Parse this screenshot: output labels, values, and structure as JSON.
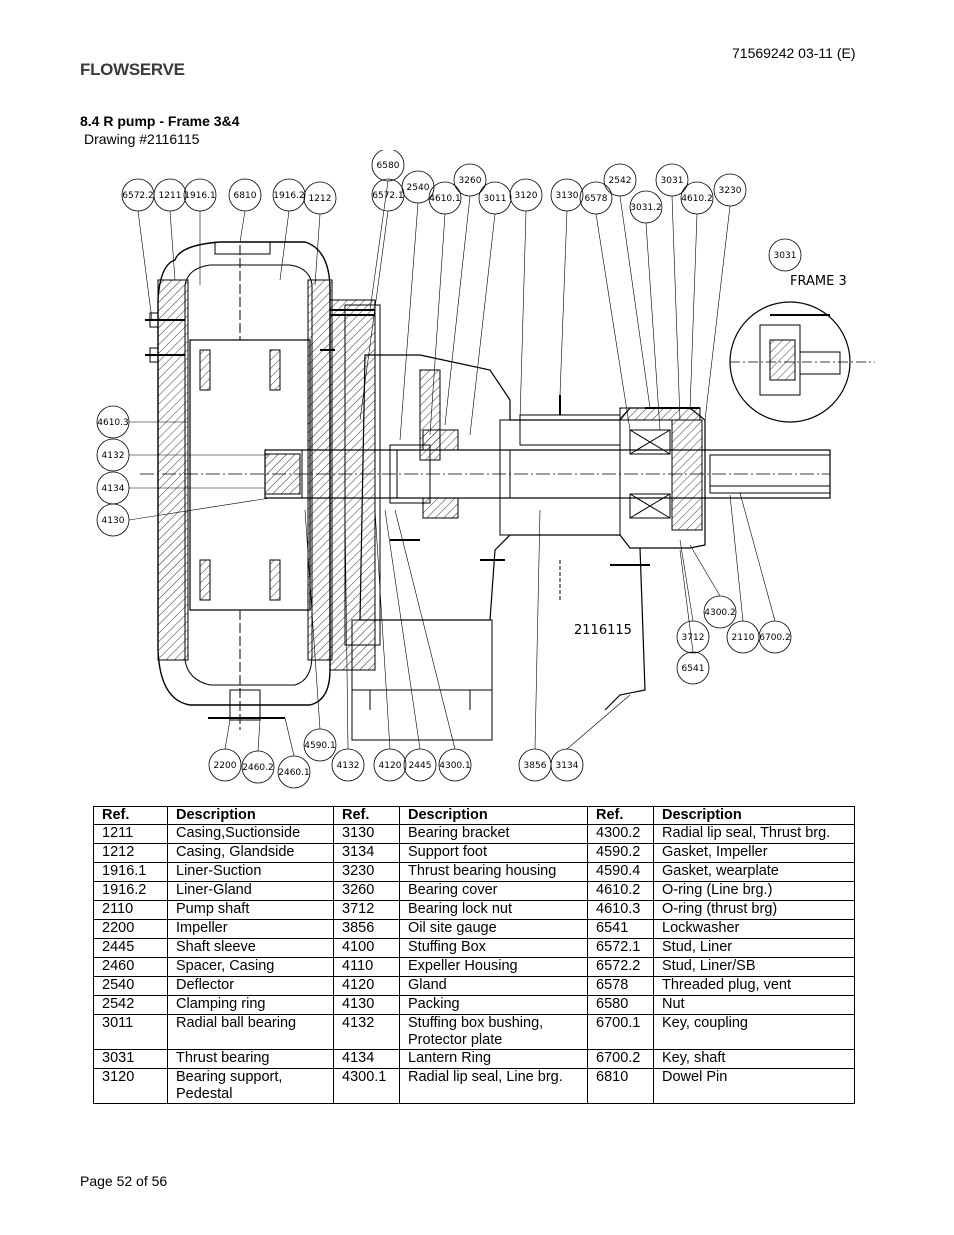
{
  "header": {
    "logo": "FLOWSERVE",
    "doc_number": "71569242 03-11 (E)"
  },
  "section": {
    "title": "8.4 R pump - Frame 3&4",
    "drawing_ref": "Drawing #2116115"
  },
  "drawing": {
    "drawing_number": "2116115",
    "frame_label": "FRAME 3",
    "callouts": {
      "c6572_2": "6572.2",
      "c1211": "1211",
      "c1916_1": "1916.1",
      "c6810": "6810",
      "c1916_2": "1916.2",
      "c1212": "1212",
      "c6580": "6580",
      "c6572_1": "6572.1",
      "c2540": "2540",
      "c4610_1": "4610.1",
      "c3260": "3260",
      "c3011": "3011",
      "c3120": "3120",
      "c3130": "3130",
      "c6578": "6578",
      "c2542": "2542",
      "c3031_2": "3031.2",
      "c3031": "3031",
      "c4610_2": "4610.2",
      "c3230": "3230",
      "c3031_frame": "3031",
      "c4610_3": "4610.3",
      "c4132_left": "4132",
      "c4134": "4134",
      "c4130": "4130",
      "c4300_2": "4300.2",
      "c3712": "3712",
      "c2110": "2110",
      "c6700_2": "6700.2",
      "c6541": "6541",
      "c2200": "2200",
      "c2460_2": "2460.2",
      "c2460_1": "2460.1",
      "c4590_1": "4590.1",
      "c4132_bottom": "4132",
      "c4120": "4120",
      "c2445": "2445",
      "c4300_1": "4300.1",
      "c3856": "3856",
      "c3134": "3134"
    }
  },
  "table": {
    "headers": [
      "Ref.",
      "Description",
      "Ref.",
      "Description",
      "Ref.",
      "Description"
    ],
    "rows": [
      [
        "1211",
        "Casing,Suctionside",
        "3130",
        "Bearing bracket",
        "4300.2",
        "Radial lip seal, Thrust brg."
      ],
      [
        "1212",
        "Casing, Glandside",
        "3134",
        "Support foot",
        "4590.2",
        "Gasket, Impeller"
      ],
      [
        "1916.1",
        "Liner-Suction",
        "3230",
        "Thrust bearing housing",
        "4590.4",
        "Gasket, wearplate"
      ],
      [
        "1916.2",
        "Liner-Gland",
        "3260",
        "Bearing cover",
        "4610.2",
        "O-ring (Line brg.)"
      ],
      [
        "2110",
        "Pump shaft",
        "3712",
        "Bearing lock nut",
        "4610.3",
        "O-ring (thrust brg)"
      ],
      [
        "2200",
        "Impeller",
        "3856",
        "Oil site gauge",
        "6541",
        "Lockwasher"
      ],
      [
        "2445",
        "Shaft sleeve",
        "4100",
        "Stuffing Box",
        "6572.1",
        "Stud, Liner"
      ],
      [
        "2460",
        "Spacer, Casing",
        "4110",
        "Expeller Housing",
        "6572.2",
        "Stud, Liner/SB"
      ],
      [
        "2540",
        "Deflector",
        "4120",
        "Gland",
        "6578",
        "Threaded plug, vent"
      ],
      [
        "2542",
        "Clamping ring",
        "4130",
        "Packing",
        "6580",
        "Nut"
      ],
      [
        "3011",
        "Radial ball bearing",
        "4132",
        "Stuffing box bushing, Protector plate",
        "6700.1",
        "Key, coupling"
      ],
      [
        "3031",
        "Thrust bearing",
        "4134",
        "Lantern Ring",
        "6700.2",
        "Key, shaft"
      ],
      [
        "3120",
        "Bearing support, Pedestal",
        "4300.1",
        "Radial lip seal, Line brg.",
        "6810",
        "Dowel Pin"
      ]
    ]
  },
  "footer": {
    "page": "Page 52 of 56"
  },
  "colors": {
    "text": "#000000",
    "logo": "#3a3a3a",
    "line": "#000000"
  }
}
